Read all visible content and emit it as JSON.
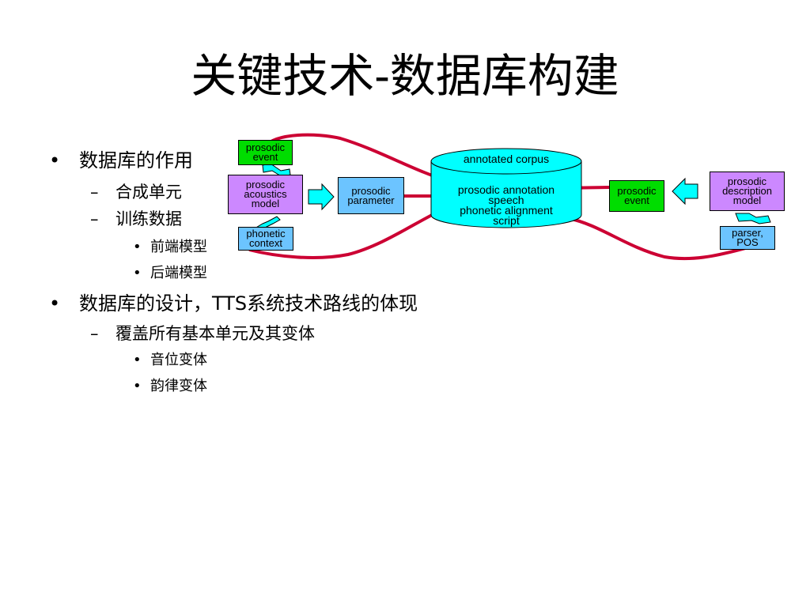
{
  "slide": {
    "title": "关键技术-数据库构建",
    "bullets": {
      "b1": "数据库的作用",
      "b1_1": "合成单元",
      "b1_2": "训练数据",
      "b1_2_1": "前端模型",
      "b1_2_2": "后端模型",
      "b2": "数据库的设计，TTS系统技术路线的体现",
      "b2_1": "覆盖所有基本单元及其变体",
      "b2_1_1": "音位变体",
      "b2_1_2": "韵律变体"
    },
    "markers": {
      "level1": "•",
      "level2": "–",
      "level3": "•"
    }
  },
  "diagram": {
    "nodes": {
      "prosodic_event_left": [
        "prosodic",
        "event"
      ],
      "prosodic_acoustics_model": [
        "prosodic",
        "acoustics",
        "model"
      ],
      "phonetic_context": [
        "phonetic",
        "context"
      ],
      "prosodic_parameter": [
        "prosodic",
        "parameter"
      ],
      "annotated_corpus": "annotated corpus",
      "corpus_contents": [
        "prosodic annotation",
        "speech",
        "phonetic alignment",
        "script"
      ],
      "prosodic_event_right": [
        "prosodic",
        "event"
      ],
      "prosodic_description_model": [
        "prosodic",
        "description",
        "model"
      ],
      "parser_pos": [
        "parser,",
        "POS"
      ]
    },
    "colors": {
      "green": "#00dd00",
      "purple": "#cc88ff",
      "blue": "#6cc4ff",
      "cylinder": "#00ffff",
      "arrow_fill": "#00ffff",
      "connector": "#cc0033"
    }
  }
}
